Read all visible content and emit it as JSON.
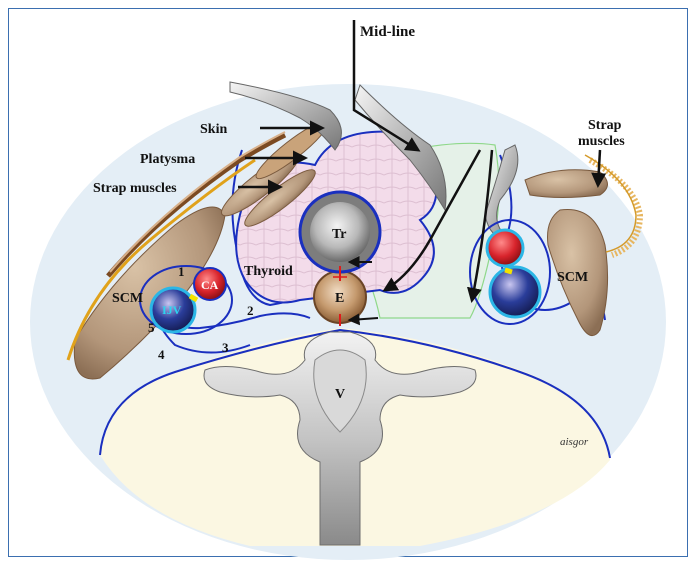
{
  "labels": {
    "midline": "Mid-line",
    "skin": "Skin",
    "platysma": "Platysma",
    "strap_left": "Strap muscles",
    "strap_right_line1": "Strap",
    "strap_right_line2": "muscles",
    "scm_left": "SCM",
    "scm_right": "SCM",
    "thyroid": "Thyroid",
    "trachea": "Tr",
    "esophagus": "E",
    "vertebra": "V",
    "carotid": "CA",
    "ijv": "IJV",
    "signature": "aisgor"
  },
  "fascia_numbers": [
    "1",
    "2",
    "3",
    "4",
    "5"
  ],
  "colors": {
    "background_oval": "#e4eef6",
    "vertebral_body": "#fbf7e2",
    "fascia_line": "#1a2fbf",
    "muscle": "#b89a7a",
    "thyroid": "#f3dcea",
    "carotid": "#d8242c",
    "ijv": "#2a3d9a",
    "ijv_ring": "#2bb6e6",
    "frame": "#3b6fb0"
  }
}
